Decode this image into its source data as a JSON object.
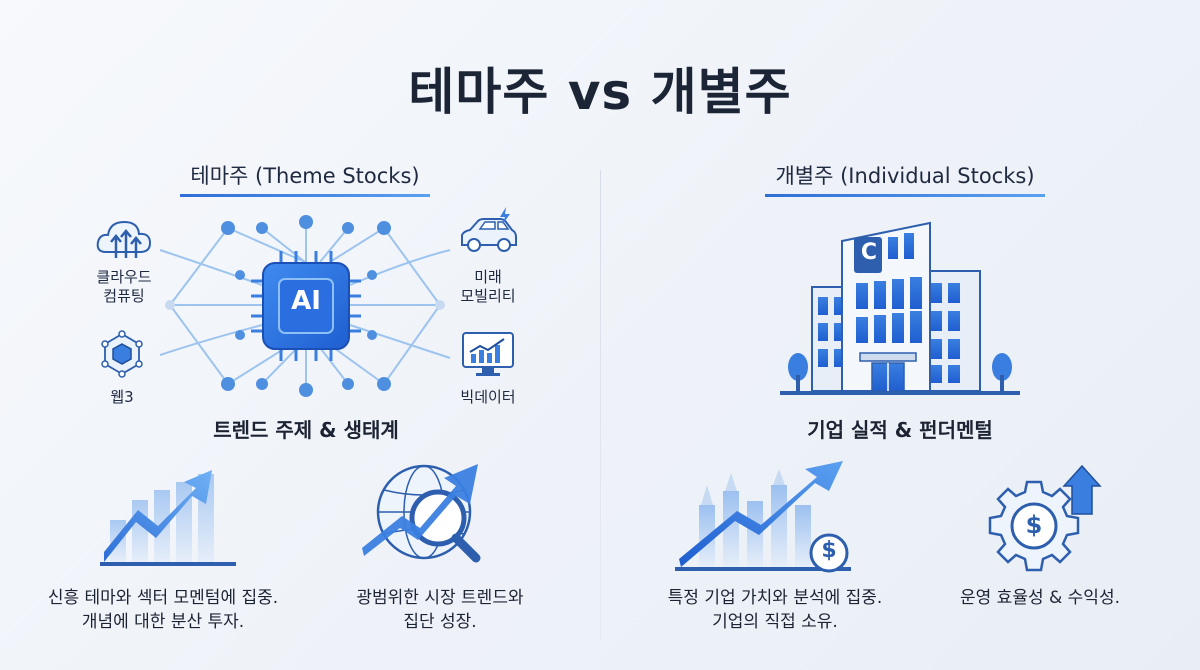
{
  "page": {
    "title": "테마주 vs 개별주"
  },
  "left": {
    "heading": "테마주 (Theme Stocks)",
    "chip_label": "AI",
    "theme_items": [
      {
        "label": "클라우드\n컴퓨팅",
        "icon": "cloud-upload-icon"
      },
      {
        "label": "미래\n모빌리티",
        "icon": "electric-car-icon"
      },
      {
        "label": "웹3",
        "icon": "blockchain-cube-icon"
      },
      {
        "label": "빅데이터",
        "icon": "monitor-chart-icon"
      }
    ],
    "caption": "트렌드 주제 & 생태계",
    "features": [
      {
        "icon": "rising-bar-chart-icon",
        "text": "신흥 테마와 섹터 모멘텀에 집중.\n개념에 대한 분산 투자."
      },
      {
        "icon": "globe-magnifier-trend-icon",
        "text": "광범위한 시장 트렌드와\n집단 성장."
      }
    ]
  },
  "right": {
    "heading": "개별주 (Individual Stocks)",
    "caption": "기업 실적 & 펀더멘털",
    "features": [
      {
        "icon": "growth-arrow-dollar-icon",
        "text": "특정 기업 가치와 분석에 집중.\n기업의 직접 소유."
      },
      {
        "icon": "gear-dollar-icon",
        "text": "운영 효율성 & 수익성."
      }
    ]
  },
  "colors": {
    "accent": "#2e6fd8",
    "light_accent": "#8fc0f5",
    "dark": "#1b2536"
  }
}
